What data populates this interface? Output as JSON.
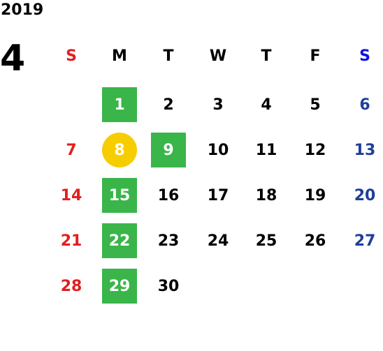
{
  "year": "2019",
  "month": "4",
  "weekdays": [
    "S",
    "M",
    "T",
    "W",
    "T",
    "F",
    "S"
  ],
  "weekday_colors": [
    "#e21e1e",
    "#000000",
    "#000000",
    "#000000",
    "#000000",
    "#000000",
    "#1010e0"
  ],
  "days": [
    {
      "day": "1",
      "col": 1,
      "row": 0,
      "highlight": "green"
    },
    {
      "day": "2",
      "col": 2,
      "row": 0
    },
    {
      "day": "3",
      "col": 3,
      "row": 0
    },
    {
      "day": "4",
      "col": 4,
      "row": 0
    },
    {
      "day": "5",
      "col": 5,
      "row": 0
    },
    {
      "day": "6",
      "col": 6,
      "row": 0
    },
    {
      "day": "7",
      "col": 0,
      "row": 1
    },
    {
      "day": "8",
      "col": 1,
      "row": 1,
      "highlight": "yellow"
    },
    {
      "day": "9",
      "col": 2,
      "row": 1,
      "highlight": "green"
    },
    {
      "day": "10",
      "col": 3,
      "row": 1
    },
    {
      "day": "11",
      "col": 4,
      "row": 1
    },
    {
      "day": "12",
      "col": 5,
      "row": 1
    },
    {
      "day": "13",
      "col": 6,
      "row": 1
    },
    {
      "day": "14",
      "col": 0,
      "row": 2
    },
    {
      "day": "15",
      "col": 1,
      "row": 2,
      "highlight": "green"
    },
    {
      "day": "16",
      "col": 2,
      "row": 2
    },
    {
      "day": "17",
      "col": 3,
      "row": 2
    },
    {
      "day": "18",
      "col": 4,
      "row": 2
    },
    {
      "day": "19",
      "col": 5,
      "row": 2
    },
    {
      "day": "20",
      "col": 6,
      "row": 2
    },
    {
      "day": "21",
      "col": 0,
      "row": 3
    },
    {
      "day": "22",
      "col": 1,
      "row": 3,
      "highlight": "green"
    },
    {
      "day": "23",
      "col": 2,
      "row": 3
    },
    {
      "day": "24",
      "col": 3,
      "row": 3
    },
    {
      "day": "25",
      "col": 4,
      "row": 3
    },
    {
      "day": "26",
      "col": 5,
      "row": 3
    },
    {
      "day": "27",
      "col": 6,
      "row": 3
    },
    {
      "day": "28",
      "col": 0,
      "row": 4
    },
    {
      "day": "29",
      "col": 1,
      "row": 4,
      "highlight": "green"
    },
    {
      "day": "30",
      "col": 2,
      "row": 4
    }
  ],
  "colors": {
    "sunday": "#e21e1e",
    "saturday": "#1e3f97",
    "green_highlight": "#3ab54a",
    "yellow_highlight": "#f6cd00"
  }
}
